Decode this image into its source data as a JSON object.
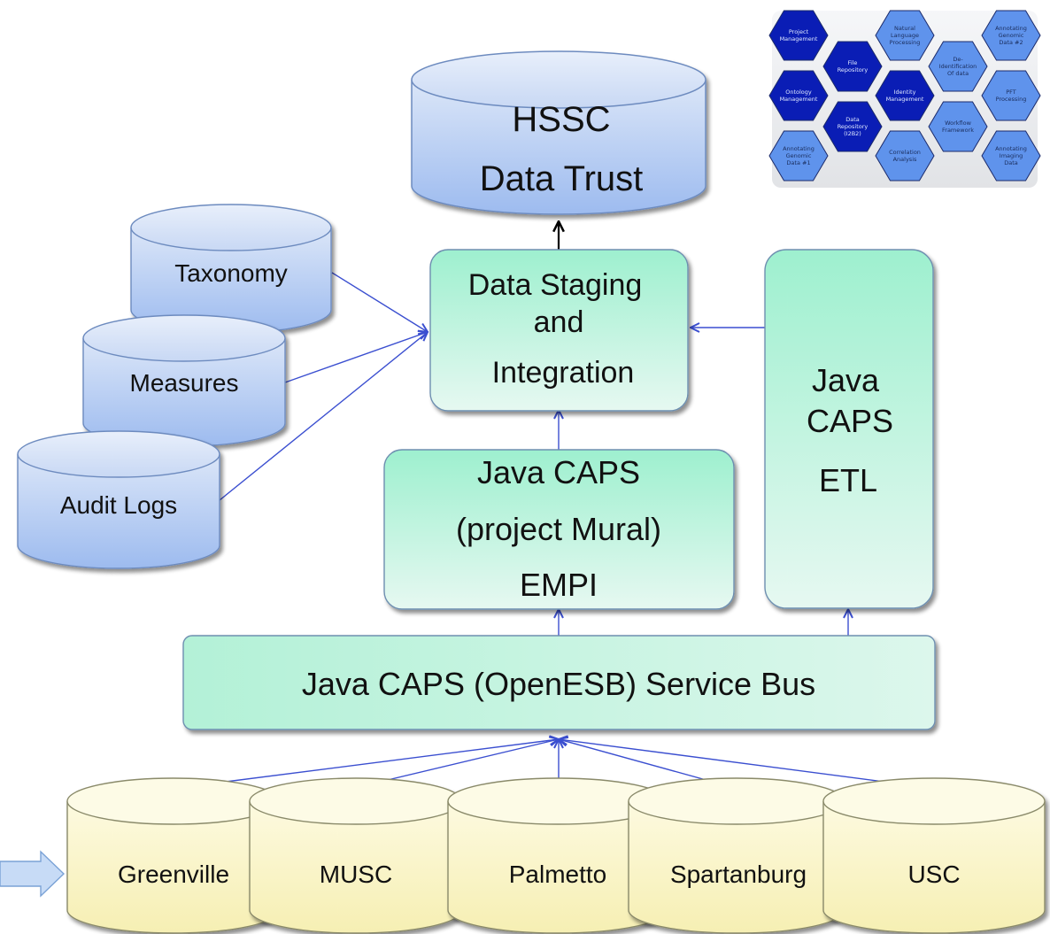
{
  "top_store": {
    "line1": "HSSC",
    "line2": "Data Trust"
  },
  "side_stores": [
    {
      "label": "Taxonomy"
    },
    {
      "label": "Measures"
    },
    {
      "label": "Audit Logs"
    }
  ],
  "staging": {
    "line1": "Data Staging",
    "line2": "and",
    "line3": "Integration"
  },
  "etl": {
    "line1": "Java",
    "line2": "CAPS",
    "line3": "ETL"
  },
  "empi": {
    "line1": "Java CAPS",
    "line2": "(project Mural)",
    "line3": "EMPI"
  },
  "bus": {
    "label": "Java CAPS (OpenESB) Service Bus"
  },
  "sources": [
    {
      "label": "Greenville"
    },
    {
      "label": "MUSC"
    },
    {
      "label": "Palmetto"
    },
    {
      "label": "Spartanburg"
    },
    {
      "label": "USC"
    }
  ],
  "hex_cluster": [
    {
      "l1": "Project",
      "l2": "Management",
      "l3": ""
    },
    {
      "l1": "File",
      "l2": "Repository",
      "l3": ""
    },
    {
      "l1": "Natural",
      "l2": "Language",
      "l3": "Processing"
    },
    {
      "l1": "De-",
      "l2": "Identification",
      "l3": "Of data"
    },
    {
      "l1": "Annotating",
      "l2": "Genomic",
      "l3": "Data #2"
    },
    {
      "l1": "Ontology",
      "l2": "Management",
      "l3": ""
    },
    {
      "l1": "Identity",
      "l2": "Management",
      "l3": ""
    },
    {
      "l1": "PFT",
      "l2": "Processing",
      "l3": ""
    },
    {
      "l1": "Data",
      "l2": "Repository",
      "l3": "(I2B2)"
    },
    {
      "l1": "Workflow",
      "l2": "Framework",
      "l3": ""
    },
    {
      "l1": "Annotating",
      "l2": "Genomic",
      "l3": "Data #1"
    },
    {
      "l1": "Correlation",
      "l2": "Analysis",
      "l3": ""
    },
    {
      "l1": "Annotating",
      "l2": "Imaging",
      "l3": "Data"
    }
  ],
  "colors": {
    "blue_store": "#bcd2f2",
    "green_box": "#b8f0d8",
    "yellow_store": "#fbf6c8",
    "connector": "#3b4fd0",
    "hex_dark": "#0a1db5",
    "hex_light": "#5f93ec"
  }
}
